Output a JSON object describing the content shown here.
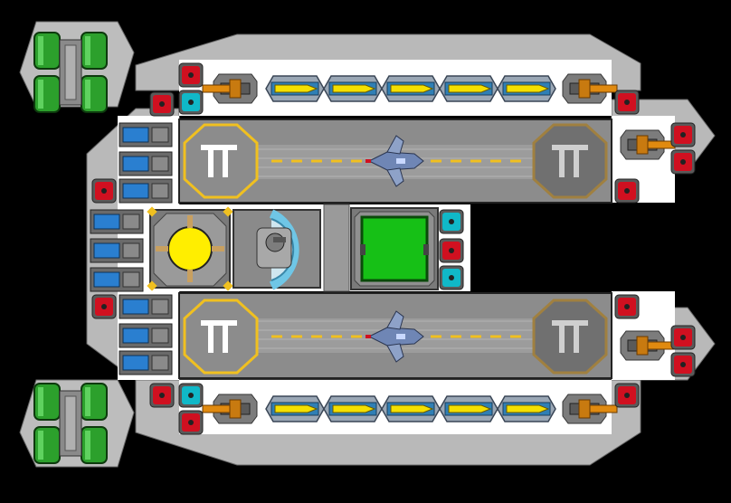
{
  "ship": {
    "hull_color": "#b9b9b9",
    "deck_color": "#ffffff",
    "bay_color": "#8a8a8a",
    "lane_color": "#9a9a9a",
    "dash_color": "#f0c020",
    "accent_colors": {
      "red_button": "#d01020",
      "teal_button": "#10b8c8",
      "green_module": "#2ca02c",
      "yellow_reactor": "#ffee00",
      "blue_cell": "#2a7fd0",
      "orange_turret": "#e08a10",
      "missile_yellow": "#f4e000",
      "status_green": "#16c016"
    },
    "hangar_top": {
      "left_pad": {
        "glyph": "Π",
        "status": "active"
      },
      "right_pad": {
        "glyph": "Π",
        "status": "inactive"
      },
      "fighter": "fighter-icon"
    },
    "hangar_bottom": {
      "left_pad": {
        "glyph": "Π",
        "status": "active"
      },
      "right_pad": {
        "glyph": "Π",
        "status": "inactive"
      },
      "fighter": "fighter-icon"
    },
    "missile_racks": {
      "top_count": 5,
      "bottom_count": 5
    },
    "reactor": {
      "icon": "reactor-core-icon"
    },
    "shield_room": {
      "icon": "shield-generator-icon"
    },
    "medbay": {
      "icon": "medbay-icon"
    }
  }
}
